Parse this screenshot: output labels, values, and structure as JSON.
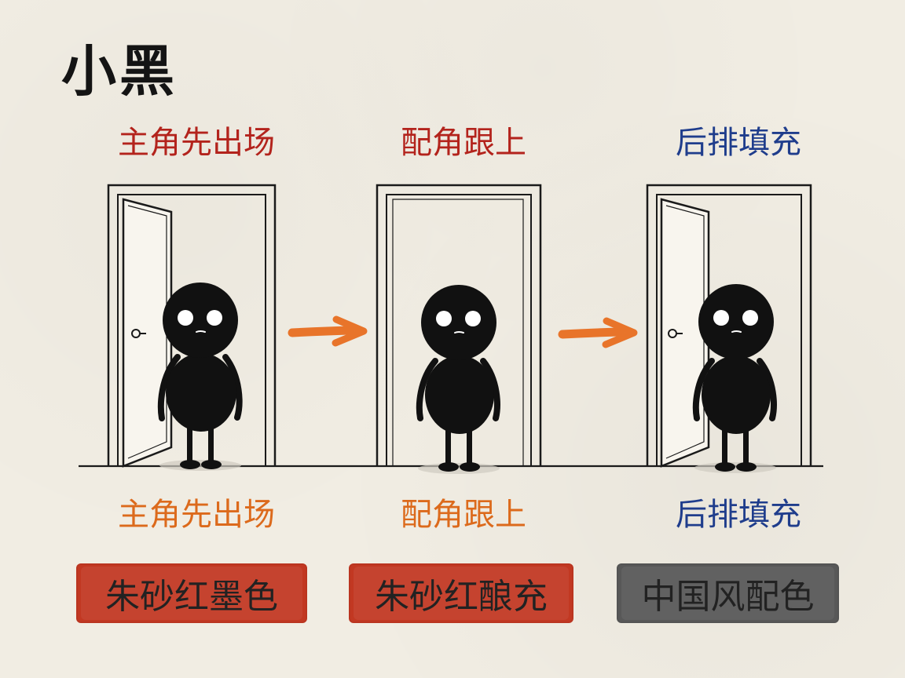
{
  "title": "小黑",
  "panels": [
    {
      "top_label": "主角先出场",
      "bottom_label": "主角先出场",
      "tag": "朱砂红墨色"
    },
    {
      "top_label": "配角跟上",
      "bottom_label": "配角跟上",
      "tag": "朱砂红酿充"
    },
    {
      "top_label": "后排填充",
      "bottom_label": "后排填充",
      "tag": "中国风配色"
    }
  ],
  "colors": {
    "background": "#f1ede3",
    "ink": "#141414",
    "label_red": "#b3231c",
    "label_orange": "#dc6a1c",
    "label_blue": "#1f3d8c",
    "tag_red": "#c23822",
    "tag_gray": "#585858",
    "arrow_orange": "#e8742a"
  },
  "icons": [
    "door-icon",
    "character-icon",
    "arrow-right-icon"
  ]
}
